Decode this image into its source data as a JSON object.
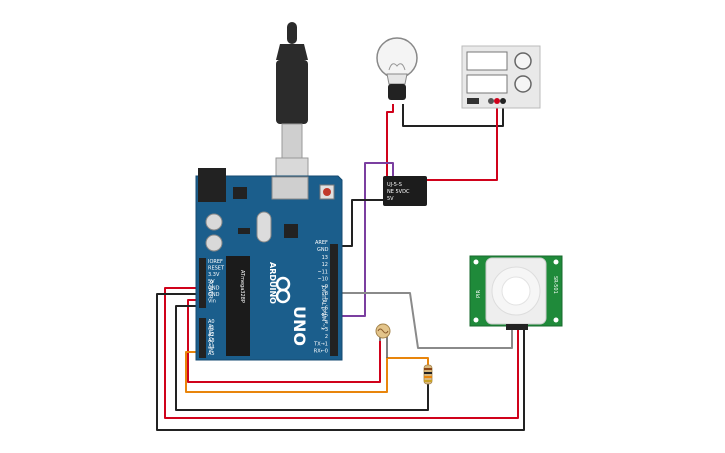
{
  "arduino": {
    "brand": "ARDUINO",
    "model": "UNO",
    "digital_label": "DIGITAL (PWM ~)",
    "power_label": "POWER",
    "analog_label": "ANALOG IN",
    "aref": "AREF",
    "gnd_top": "GND",
    "digital_pins": [
      "13",
      "12",
      "~11",
      "~10",
      "~9",
      "8",
      "7",
      "~6",
      "~5",
      "4",
      "~3",
      "2",
      "TX→1",
      "RX←0"
    ],
    "power_pins": [
      "IOREF",
      "RESET",
      "3.3V",
      "5V",
      "GND",
      "GND",
      "Vin"
    ],
    "analog_pins": [
      "A0",
      "A1",
      "A2",
      "A3",
      "A4",
      "A5"
    ],
    "icsp_chip_label": "ATmega328P"
  },
  "relay": {
    "line1": "UJ-5-S",
    "line2": "NE 5VDC",
    "line3": "5V"
  },
  "pir": {
    "side_label": "PIR",
    "side_label2": "SR-501"
  },
  "power_supply": {
    "display_top": "",
    "display_bottom": ""
  },
  "colors": {
    "board": "#1b5e8c",
    "wire_red": "#d0021b",
    "wire_black": "#222222",
    "wire_purple": "#7b3fa0",
    "wire_orange": "#e8850c",
    "wire_gray": "#8a8a8a",
    "pir_green": "#1f8a3a"
  }
}
